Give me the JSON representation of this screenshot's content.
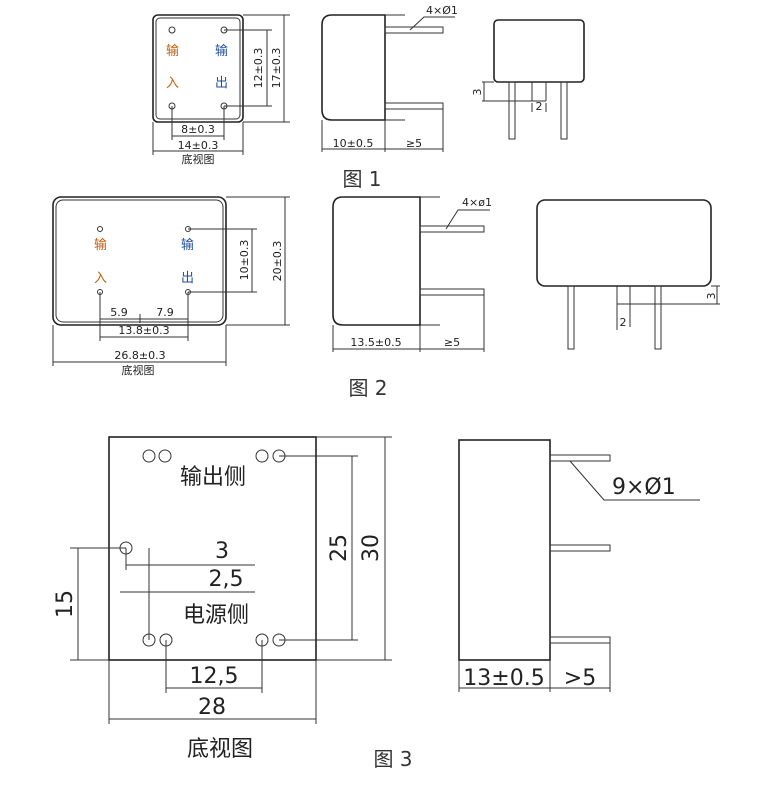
{
  "fig1": {
    "caption": "图 1",
    "view_label": "底视图",
    "label_in1": "输",
    "label_in2": "入",
    "label_out1": "输",
    "label_out2": "出",
    "dim_pin_v": "12±0.3",
    "dim_body_v": "17±0.3",
    "dim_pin_h": "8±0.3",
    "dim_body_h": "14±0.3",
    "pins": "4×Ø1",
    "dim_depth": "10±0.5",
    "dim_pin_len": "≥5",
    "dim_standoff": "3",
    "dim_gap": "2"
  },
  "fig2": {
    "caption": "图 2",
    "view_label": "底视图",
    "label_in1": "输",
    "label_in2": "入",
    "label_out1": "输",
    "label_out2": "出",
    "dim_pin_v": "10±0.3",
    "dim_body_v": "20±0.3",
    "dim_a": "5.9",
    "dim_b": "7.9",
    "dim_pin_h": "13.8±0.3",
    "dim_body_h": "26.8±0.3",
    "pins": "4×ø1",
    "dim_depth": "13.5±0.5",
    "dim_pin_len": "≥5",
    "dim_standoff": "3",
    "dim_gap": "2"
  },
  "fig3": {
    "caption": "图 3",
    "view_label": "底视图",
    "output_side": "输出侧",
    "power_side": "电源侧",
    "dim_3": "3",
    "dim_25a": "2,5",
    "dim_15": "15",
    "dim_25": "25",
    "dim_30": "30",
    "dim_125": "12,5",
    "dim_28": "28",
    "pins": "9×Ø1",
    "dim_depth": "13±0.5",
    "dim_pin_len": ">5"
  }
}
